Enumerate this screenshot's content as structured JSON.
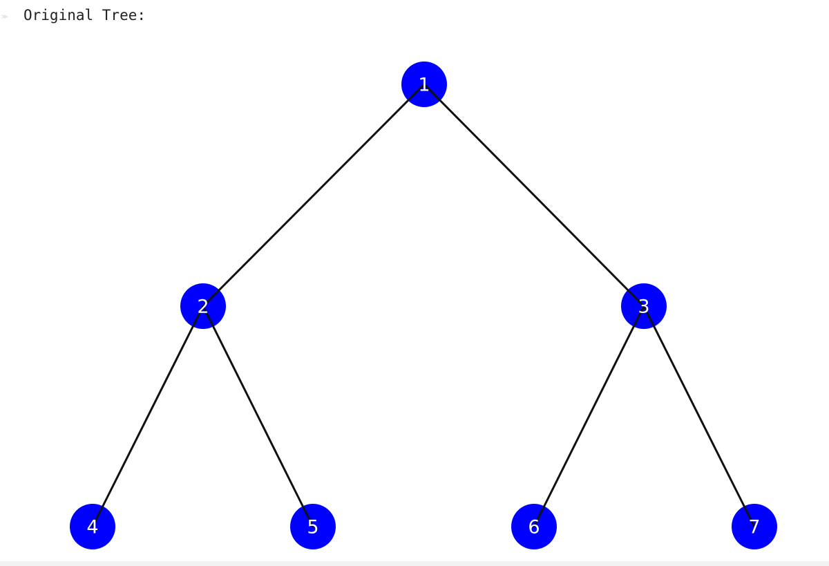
{
  "output": {
    "label": "Original Tree:"
  },
  "tree": {
    "node_color": "#0000ff",
    "label_color": "#ffffff",
    "edge_color": "#111111",
    "nodes": [
      {
        "id": "1",
        "label": "1"
      },
      {
        "id": "2",
        "label": "2"
      },
      {
        "id": "3",
        "label": "3"
      },
      {
        "id": "4",
        "label": "4"
      },
      {
        "id": "5",
        "label": "5"
      },
      {
        "id": "6",
        "label": "6"
      },
      {
        "id": "7",
        "label": "7"
      }
    ],
    "edges": [
      {
        "from": "1",
        "to": "2"
      },
      {
        "from": "1",
        "to": "3"
      },
      {
        "from": "2",
        "to": "4"
      },
      {
        "from": "2",
        "to": "5"
      },
      {
        "from": "3",
        "to": "6"
      },
      {
        "from": "3",
        "to": "7"
      }
    ]
  }
}
